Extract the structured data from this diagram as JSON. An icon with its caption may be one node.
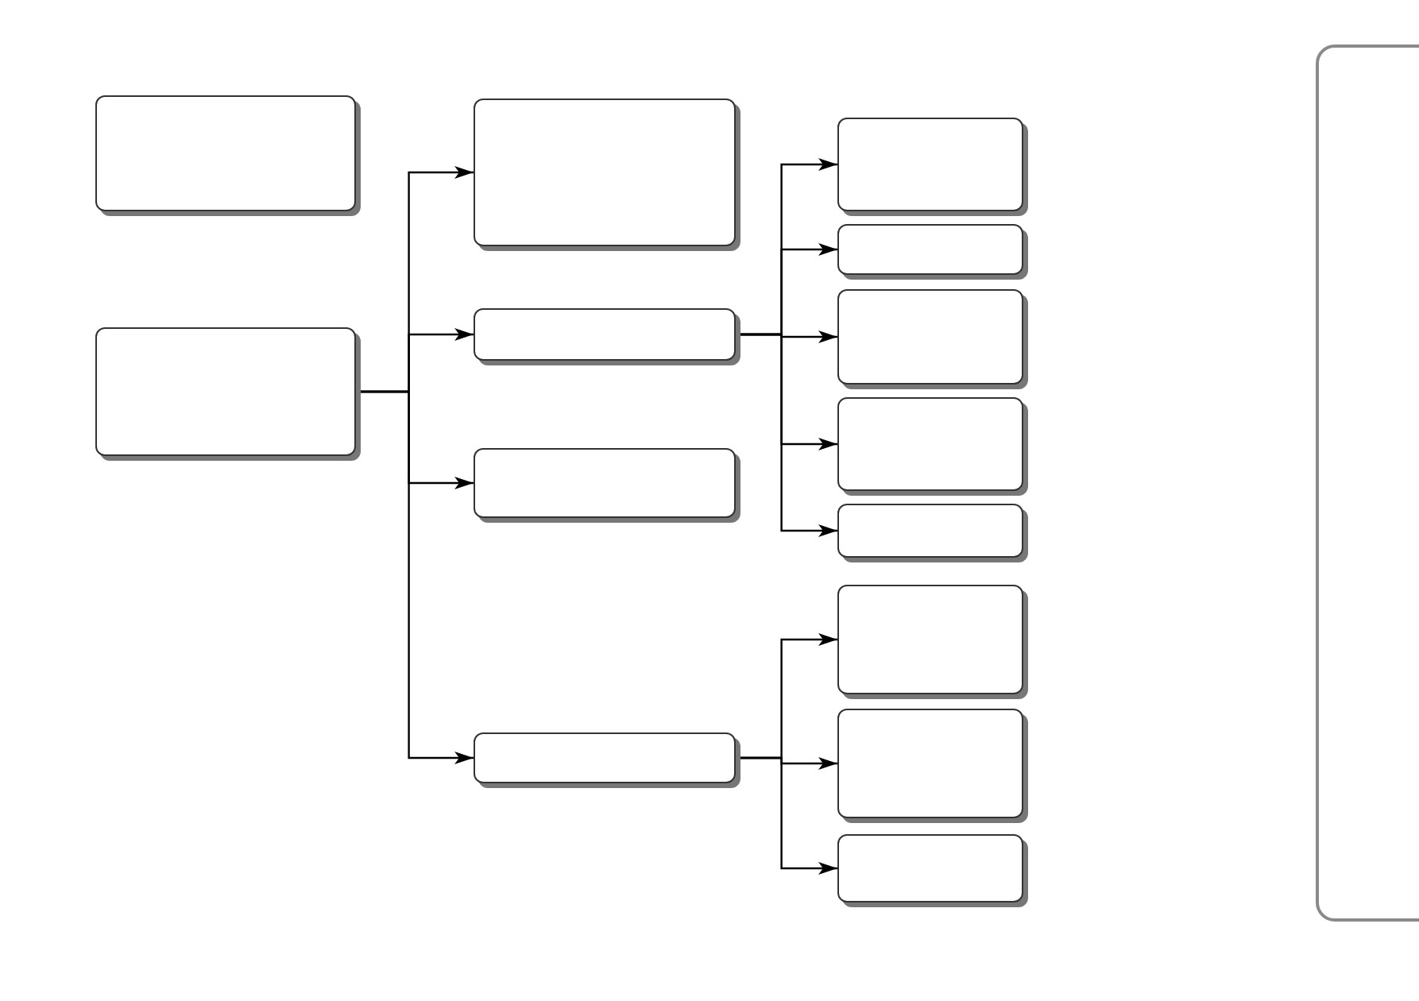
{
  "diagram": {
    "nodes": [
      {
        "text": [],
        "shape": "box"
      },
      {
        "text": [],
        "shape": "box"
      },
      {
        "text": [],
        "shape": "box"
      },
      {
        "text": [],
        "shape": "box"
      },
      {
        "text": [],
        "shape": "box"
      },
      {
        "text": [],
        "shape": "box"
      },
      {
        "text": [],
        "shape": "box"
      },
      {
        "text": [],
        "shape": "box"
      },
      {
        "text": [],
        "shape": "box"
      },
      {
        "text": [],
        "shape": "box"
      },
      {
        "text": [],
        "shape": "box"
      },
      {
        "text": [],
        "shape": "box"
      },
      {
        "text": [],
        "shape": "box"
      },
      {
        "text": [],
        "shape": "box"
      }
    ],
    "edges": [
      {
        "from": 1,
        "to": 2,
        "arrow": "to"
      },
      {
        "from": 1,
        "to": 3,
        "arrow": "to"
      },
      {
        "from": 1,
        "to": 4,
        "arrow": "to"
      },
      {
        "from": 1,
        "to": 5,
        "arrow": "to"
      },
      {
        "from": 3,
        "to": 6,
        "arrow": "to"
      },
      {
        "from": 3,
        "to": 7,
        "arrow": "to"
      },
      {
        "from": 3,
        "to": 8,
        "arrow": "to"
      },
      {
        "from": 3,
        "to": 9,
        "arrow": "to"
      },
      {
        "from": 3,
        "to": 10,
        "arrow": "to"
      },
      {
        "from": 5,
        "to": 11,
        "arrow": "to"
      },
      {
        "from": 5,
        "to": 12,
        "arrow": "to"
      },
      {
        "from": 5,
        "to": 13,
        "arrow": "to"
      }
    ]
  }
}
